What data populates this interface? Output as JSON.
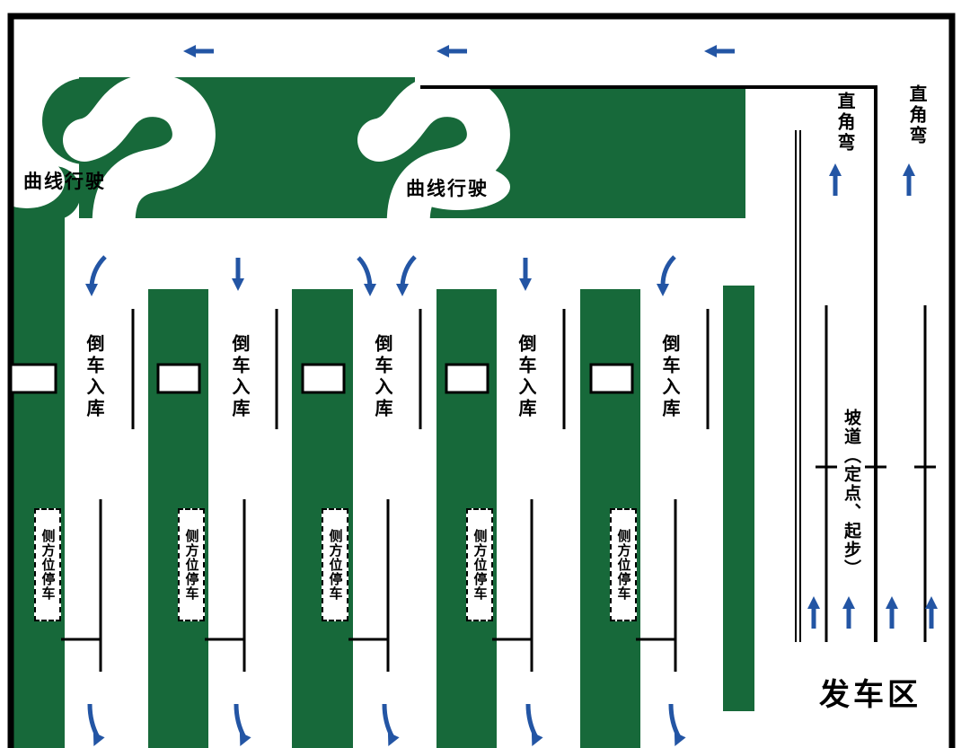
{
  "colors": {
    "course_green": "#17693a",
    "arrow_blue": "#2355a4",
    "line_black": "#000000",
    "background": "#ffffff"
  },
  "labels": {
    "curve_driving": "曲线行驶",
    "reverse_parking": "倒车入库",
    "parallel_parking": "侧方位停车",
    "right_angle_turn": "直角弯",
    "ramp_start": "坡道（定点、起步）",
    "departure_area": "发车区"
  }
}
